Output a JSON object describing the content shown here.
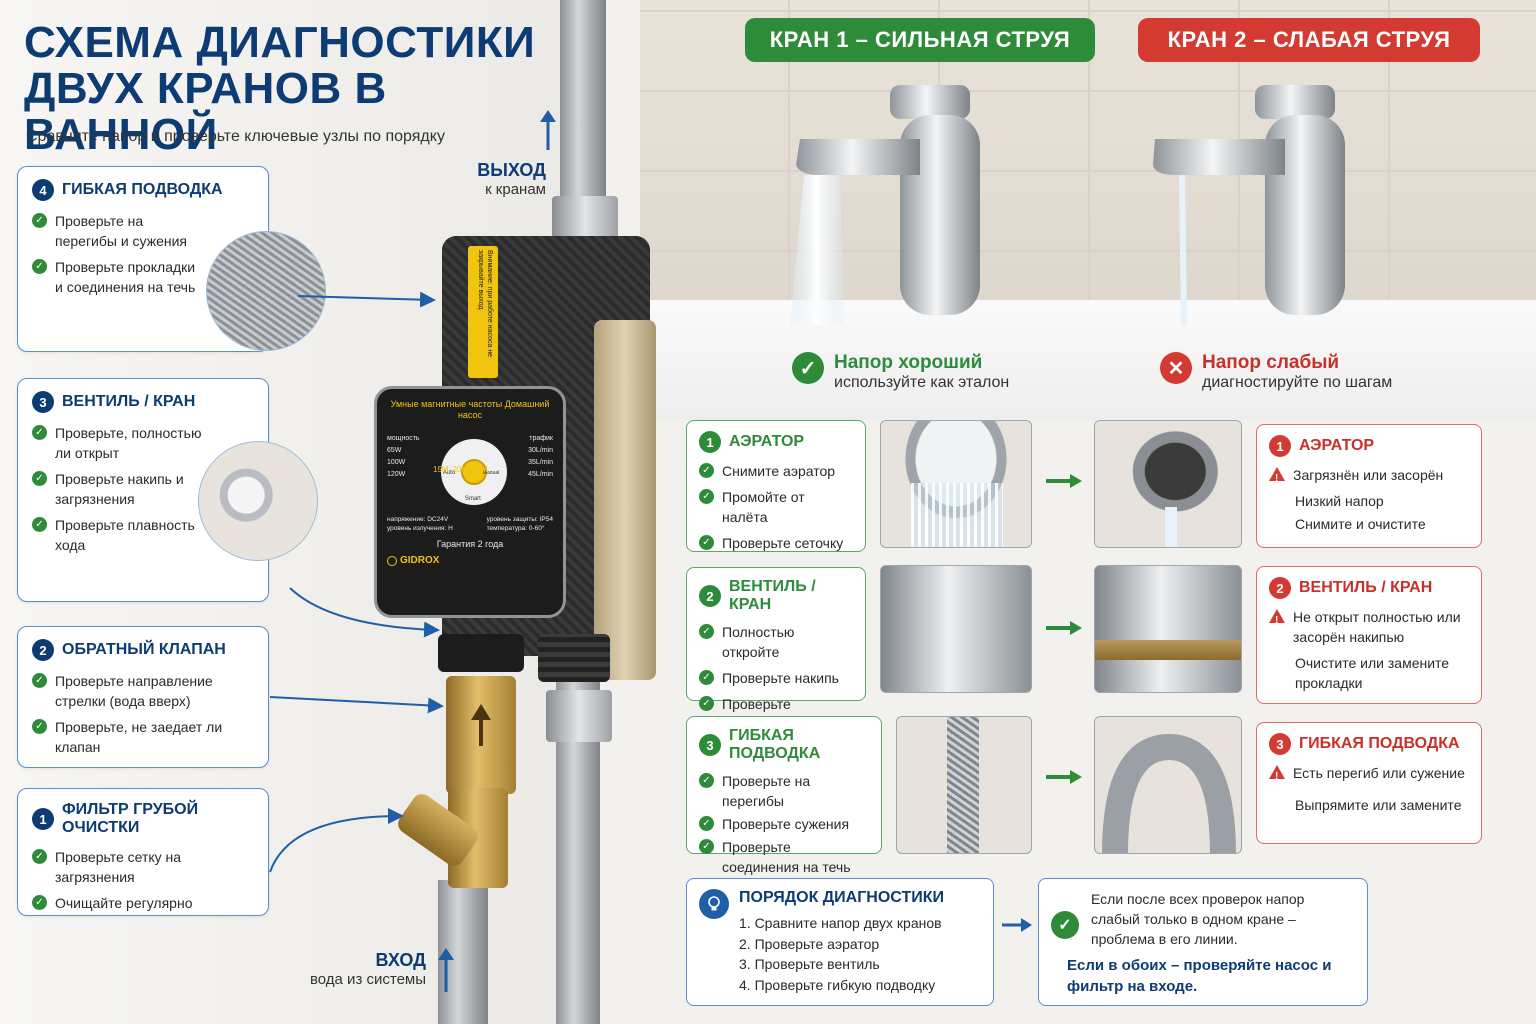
{
  "header": {
    "title_line1": "СХЕМА ДИАГНОСТИКИ",
    "title_line2": "ДВУХ КРАНОВ В ВАННОЙ",
    "subtitle": "Сравните напор и проверьте ключевые узлы по порядку"
  },
  "flow": {
    "out_label": "ВЫХОД",
    "out_sub": "к кранам",
    "in_label": "ВХОД",
    "in_sub": "вода из системы"
  },
  "left_cards": [
    {
      "num": "4",
      "title": "ГИБКАЯ ПОДВОДКА",
      "items": [
        "Проверьте на перегибы и сужения",
        "Проверьте прокладки и соединения на течь"
      ]
    },
    {
      "num": "3",
      "title": "ВЕНТИЛЬ / КРАН",
      "items": [
        "Проверьте, полностью ли открыт",
        "Проверьте накипь и загрязнения",
        "Проверьте плавность хода"
      ]
    },
    {
      "num": "2",
      "title": "ОБРАТНЫЙ КЛАПАН",
      "items": [
        "Проверьте направление стрелки (вода вверх)",
        "Проверьте, не заедает ли клапан"
      ]
    },
    {
      "num": "1",
      "title": "ФИЛЬТР ГРУБОЙ ОЧИСТКИ",
      "items": [
        "Проверьте сетку на загрязнения",
        "Очищайте регулярно"
      ]
    }
  ],
  "pump": {
    "warning_text": "Внимание: при работе насоса не закрывайте выход",
    "arc_text": "Умные магнитные частоты Домашний насос",
    "power_label": "мощность",
    "power_values": [
      "65W",
      "100W",
      "120W"
    ],
    "speed_values": [
      "15M",
      "20M",
      "25M"
    ],
    "flow_label": "трафик",
    "flow_values": [
      "30L/min",
      "35L/min",
      "45L/min"
    ],
    "voltage": "напряжение: DC24V",
    "noise": "уровень излучения: H",
    "protection": "уровень защиты: IP54",
    "temperature": "температура: 0-60°",
    "warranty": "Гарантия 2 года",
    "brand": "GIDROX",
    "mode_auto": "Auto",
    "mode_smart": "Smart",
    "mode_manual": "Manual"
  },
  "faucets": {
    "tap1_label": "КРАН 1 – СИЛЬНАЯ СТРУЯ",
    "tap2_label": "КРАН 2 – СЛАБАЯ СТРУЯ",
    "tap1_status": "Напор хороший",
    "tap1_hint": "используйте как эталон",
    "tap2_status": "Напор слабый",
    "tap2_hint": "диагностируйте по шагам"
  },
  "green_panels": [
    {
      "num": "1",
      "title": "АЭРАТОР",
      "items": [
        "Снимите аэратор",
        "Промойте от налёта",
        "Проверьте сеточку"
      ]
    },
    {
      "num": "2",
      "title": "ВЕНТИЛЬ / КРАН",
      "items": [
        "Полностью откройте",
        "Проверьте накипь",
        "Проверьте прокладки"
      ]
    },
    {
      "num": "3",
      "title": "ГИБКАЯ ПОДВОДКА",
      "items": [
        "Проверьте на перегибы",
        "Проверьте сужения",
        "Проверьте соединения на течь"
      ]
    }
  ],
  "red_panels": [
    {
      "num": "1",
      "title": "АЭРАТОР",
      "warn": "Загрязнён или засорён",
      "lines": [
        "Низкий напор",
        "Снимите и очистите"
      ]
    },
    {
      "num": "2",
      "title": "ВЕНТИЛЬ / КРАН",
      "warn": "Не открыт полностью или засорён накипью",
      "lines": [
        "Очистите или замените прокладки"
      ]
    },
    {
      "num": "3",
      "title": "ГИБКАЯ ПОДВОДКА",
      "warn": "Есть перегиб или сужение",
      "lines": [
        "Выпрямите или замените"
      ]
    }
  ],
  "order": {
    "title": "ПОРЯДОК ДИАГНОСТИКИ",
    "steps": [
      "1. Сравните напор двух кранов",
      "2. Проверьте аэратор",
      "3. Проверьте вентиль",
      "4. Проверьте гибкую подводку"
    ]
  },
  "conclusion": {
    "text": "Если после всех проверок напор слабый только в одном кране – проблема в его линии.",
    "bold": "Если в обоих – проверяйте насос и фильтр на входе."
  },
  "colors": {
    "navy": "#0d3b73",
    "green": "#2e8b3a",
    "red": "#d23a32",
    "blue_border": "#5b8fc9"
  }
}
